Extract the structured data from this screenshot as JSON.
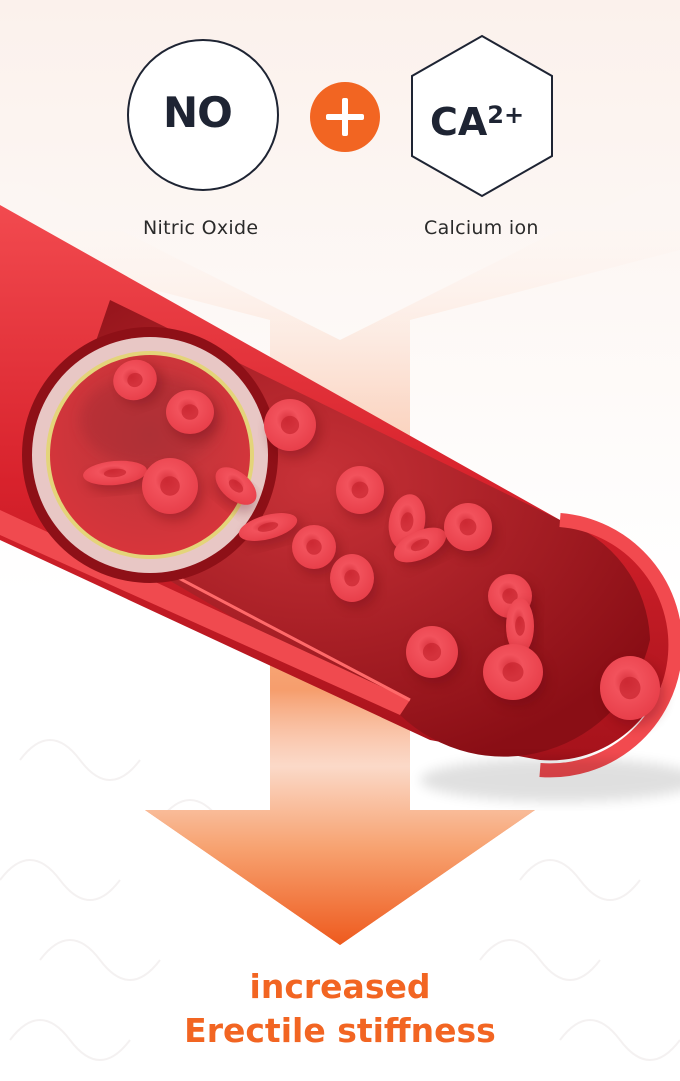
{
  "no_symbol": "NO",
  "no_label": "Nitric Oxide",
  "ca_symbol": "CA",
  "ca_charge": "2+",
  "ca_label": "Calcium ion",
  "result_line1": "increased",
  "result_line2": "Erectile stiffness",
  "colors": {
    "orange": "#f26522",
    "navy": "#1e2433",
    "blood": "#d8222c",
    "cell": "#ef4a55"
  }
}
